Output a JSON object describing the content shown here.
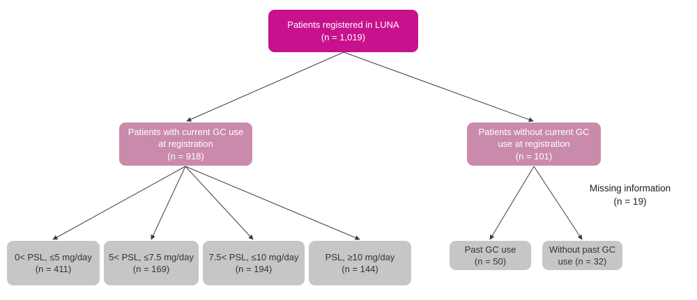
{
  "diagram": {
    "type": "flowchart",
    "title_present": false,
    "colors": {
      "root_box": "#c8118c",
      "level2_box": "#c98aab",
      "leaf_box": "#c6c6c6",
      "arrow": "#3a3a3a",
      "root_text": "#ffffff",
      "level2_text": "#ffffff",
      "leaf_text": "#333333",
      "note_text": "#1a1a1a",
      "background": "#ffffff"
    },
    "root": {
      "line1": "Patients registered in LUNA",
      "line2": "(n = 1,019)",
      "n": 1019
    },
    "level2": [
      {
        "id": "current-gc-use",
        "line1": "Patients with current GC use",
        "line2": "at registration",
        "line3": "(n = 918)",
        "n": 918
      },
      {
        "id": "without-current-gc-use",
        "line1": "Patients without current GC",
        "line2": "use at registration",
        "line3": "(n = 101)",
        "n": 101
      }
    ],
    "psl_groups": [
      {
        "id": "psl-0-5",
        "line1": "0< PSL, ≤5 mg/day",
        "line2": "(n = 411)",
        "n": 411
      },
      {
        "id": "psl-5-7p5",
        "line1": "5< PSL, ≤7.5 mg/day",
        "line2": "(n = 169)",
        "n": 169
      },
      {
        "id": "psl-7p5-10",
        "line1": "7.5< PSL, ≤10 mg/day",
        "line2": "(n = 194)",
        "n": 194
      },
      {
        "id": "psl-ge10",
        "line1": "PSL, ≥10 mg/day",
        "line2": "(n = 144)",
        "n": 144
      }
    ],
    "gc_history": [
      {
        "id": "past-gc-use",
        "line1": "Past GC use",
        "line2": "(n = 50)",
        "n": 50
      },
      {
        "id": "without-past-gc-use",
        "line1": "Without past GC",
        "line2": "use (n = 32)",
        "n": 32
      }
    ],
    "note": {
      "line1": "Missing information",
      "line2": "(n = 19)",
      "n": 19
    }
  }
}
